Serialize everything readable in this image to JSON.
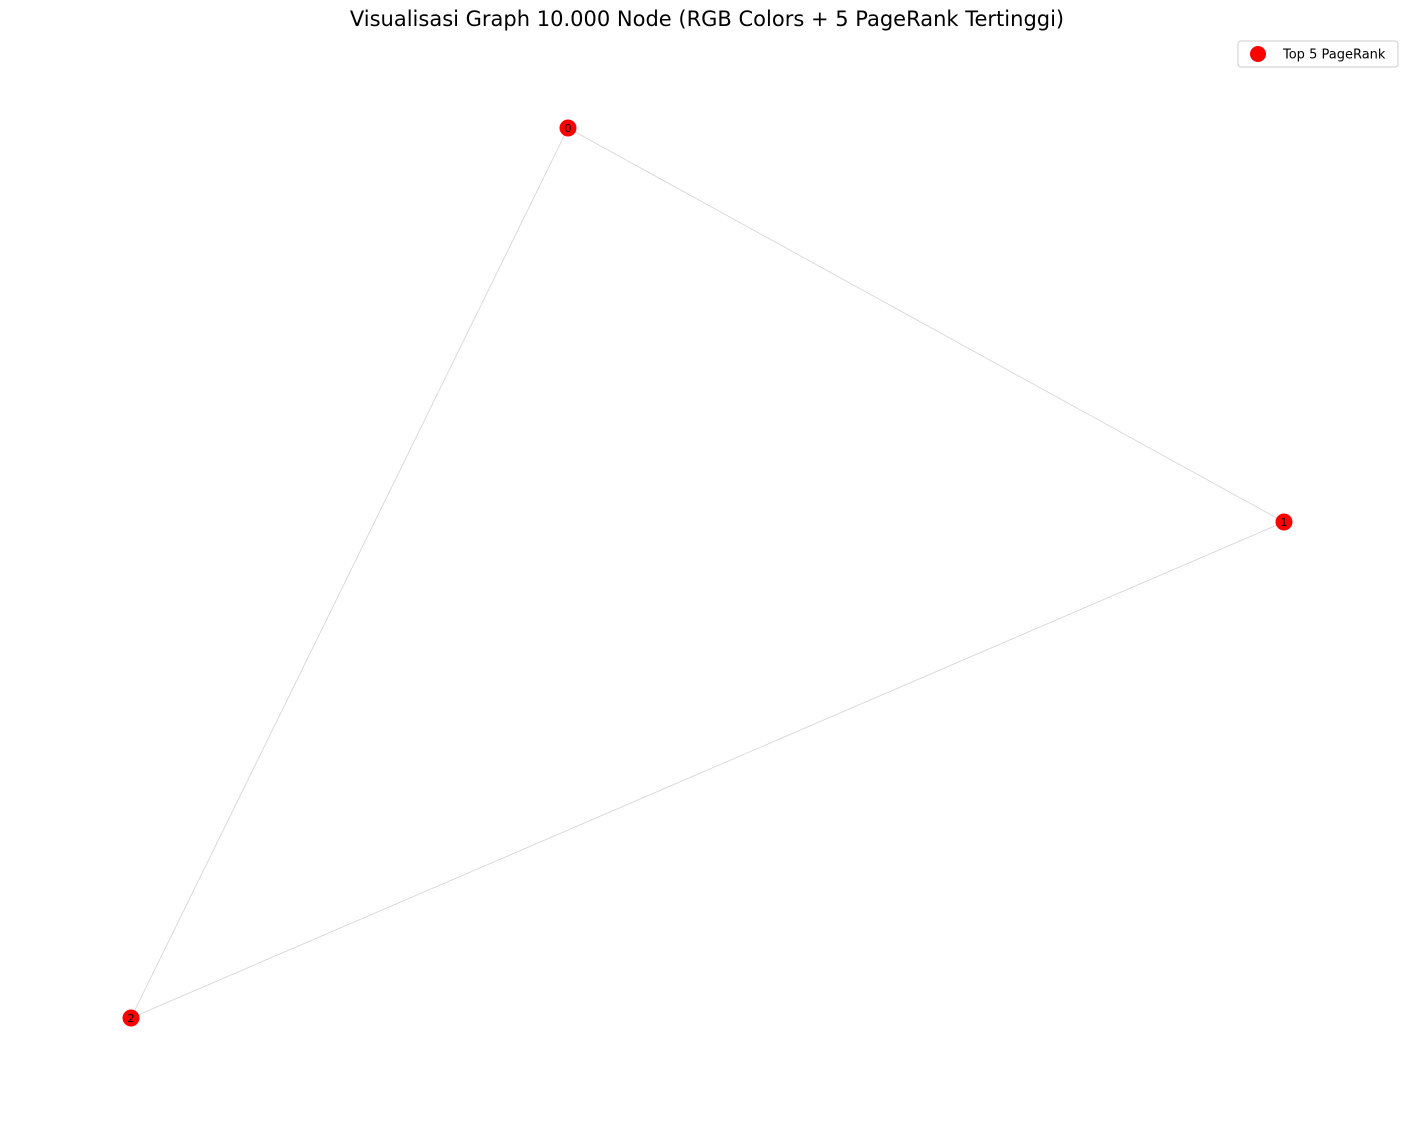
{
  "title": "Visualisasi Graph 10.000 Node (RGB Colors + 5 PageRank Tertinggi)",
  "legend": {
    "label": "Top 5 PageRank",
    "marker_color": "#ff0000"
  },
  "colors": {
    "node_fill": "#ff0000",
    "edge_stroke": "#d3d3d3",
    "background": "#ffffff"
  },
  "nodes": [
    {
      "id": "0",
      "label": "0"
    },
    {
      "id": "1",
      "label": "1"
    },
    {
      "id": "2",
      "label": "2"
    }
  ],
  "edges": [
    {
      "source": "0",
      "target": "1"
    },
    {
      "source": "1",
      "target": "2"
    },
    {
      "source": "0",
      "target": "2"
    }
  ]
}
